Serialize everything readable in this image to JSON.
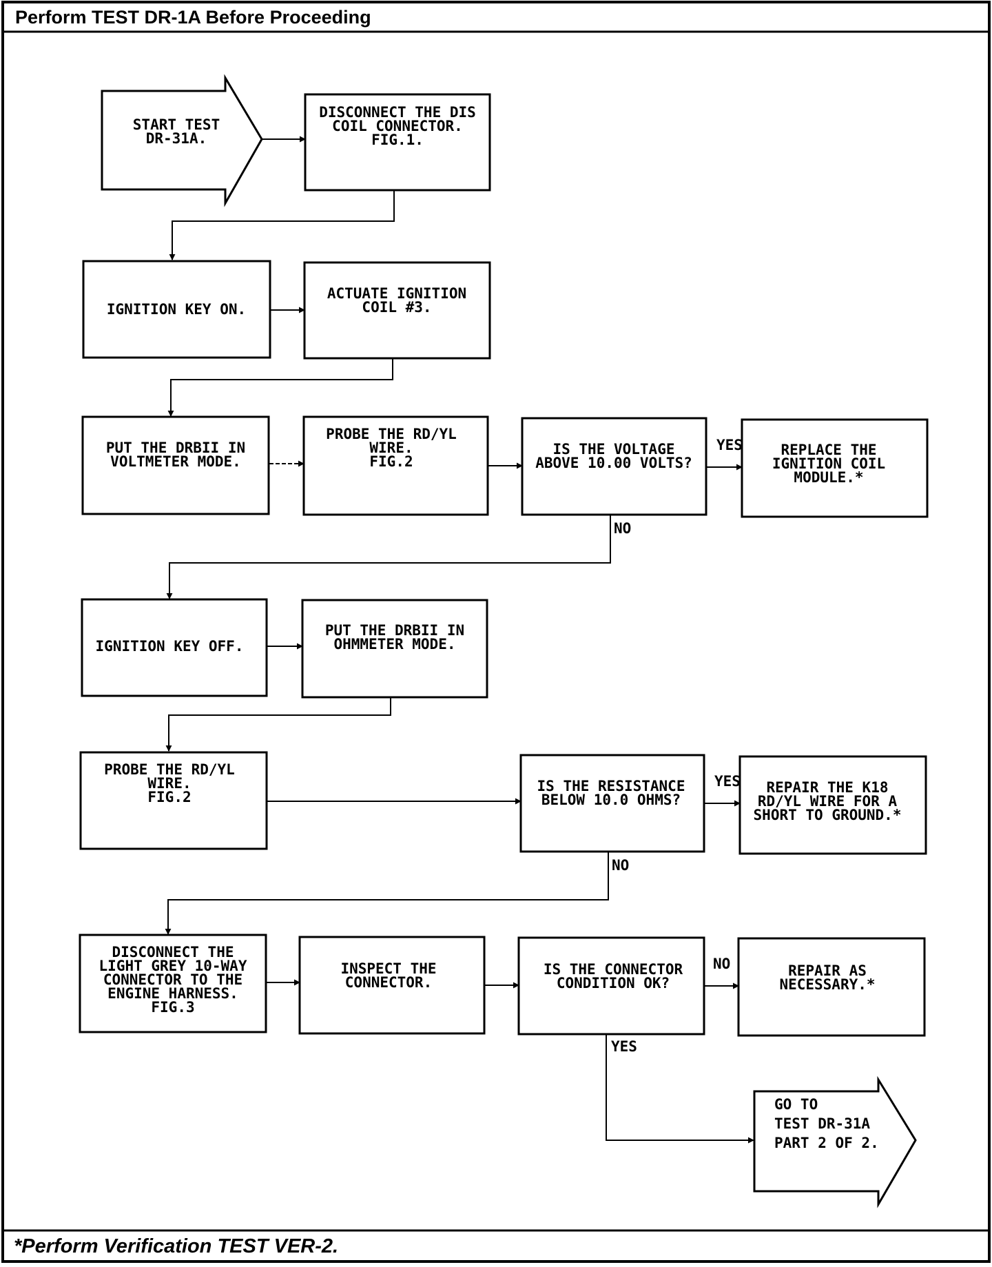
{
  "header": {
    "text": "Perform TEST DR-1A Before Proceeding"
  },
  "footer": {
    "text": "*Perform Verification TEST VER-2."
  },
  "flowchart": {
    "start": [
      "START TEST",
      "DR-31A."
    ],
    "disconnect_dis": [
      "DISCONNECT THE DIS",
      "COIL CONNECTOR.",
      "",
      "",
      "FIG.1."
    ],
    "ignition_on": [
      "IGNITION KEY ON."
    ],
    "actuate_coil": [
      "ACTUATE IGNITION",
      "COIL #3."
    ],
    "voltmeter_mode": [
      "PUT THE DRBII IN",
      "VOLTMETER MODE."
    ],
    "probe_1": [
      "PROBE THE RD/YL",
      "WIRE.",
      "",
      "",
      "FIG.2"
    ],
    "voltage_question": [
      "IS THE VOLTAGE",
      "ABOVE 10.00 VOLTS?"
    ],
    "replace_module": [
      "REPLACE THE",
      "IGNITION COIL",
      "MODULE.*"
    ],
    "ignition_off": [
      "IGNITION KEY OFF."
    ],
    "ohmmeter_mode": [
      "PUT THE DRBII IN",
      "OHMMETER MODE."
    ],
    "probe_2": [
      "PROBE THE RD/YL",
      "WIRE.",
      "",
      "",
      "FIG.2"
    ],
    "resistance_question": [
      "IS THE RESISTANCE",
      "BELOW 10.0 OHMS?"
    ],
    "repair_k18": [
      "REPAIR THE K18",
      "RD/YL WIRE FOR A",
      "SHORT TO GROUND.*"
    ],
    "disconnect_grey": [
      "DISCONNECT THE",
      "LIGHT GREY 10-WAY",
      "CONNECTOR TO THE",
      "ENGINE HARNESS.",
      "FIG.3"
    ],
    "inspect_connector": [
      "INSPECT THE",
      "CONNECTOR."
    ],
    "connector_question": [
      "IS THE CONNECTOR",
      "CONDITION OK?"
    ],
    "repair_necessary": [
      "REPAIR AS",
      "NECESSARY.*"
    ],
    "goto": [
      "GO TO",
      "TEST DR-31A",
      "PART 2 OF 2."
    ]
  },
  "labels": {
    "yes_1": "YES",
    "no_1": "NO",
    "yes_2": "YES",
    "no_2": "NO",
    "no_3": "NO",
    "yes_3": "YES"
  }
}
